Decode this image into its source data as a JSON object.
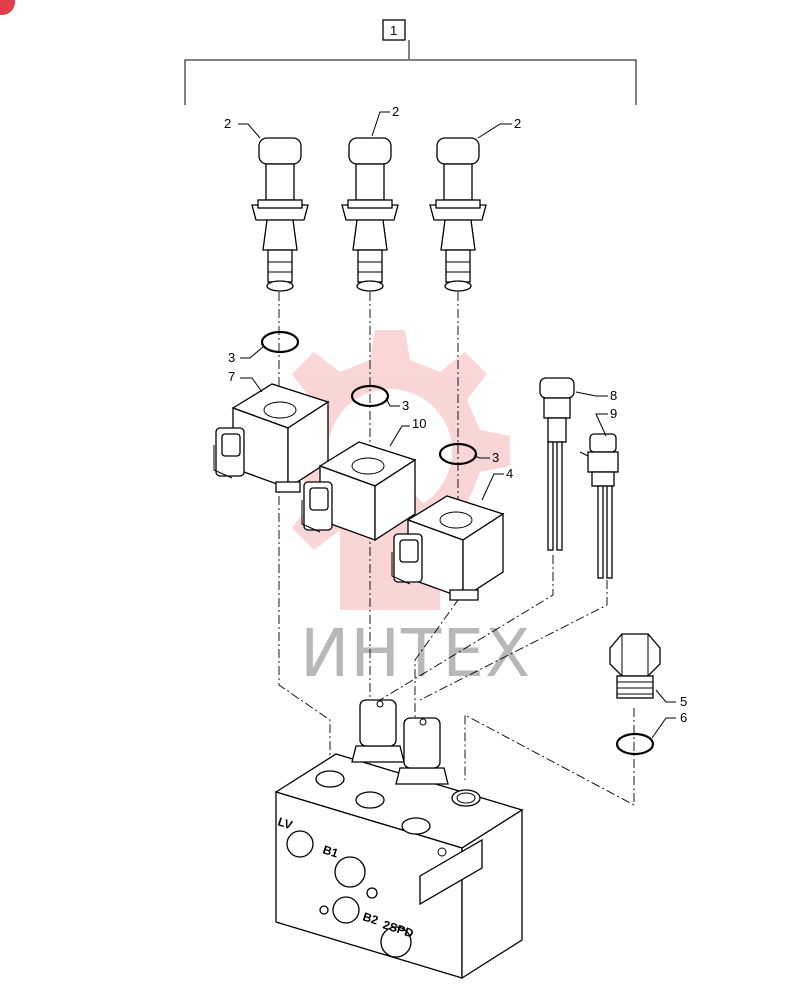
{
  "assembly_label": "1",
  "callouts": {
    "c2a": "2",
    "c2b": "2",
    "c2c": "2",
    "c3a": "3",
    "c3b": "3",
    "c3c": "3",
    "c4": "4",
    "c5": "5",
    "c6": "6",
    "c7": "7",
    "c8": "8",
    "c9": "9",
    "c10": "10"
  },
  "ports": {
    "lv": "LV",
    "b1": "B1",
    "b2": "B2",
    "spd": "2SPD"
  },
  "watermark": {
    "text": "ИНТЕХ",
    "color": "#e8444a"
  }
}
